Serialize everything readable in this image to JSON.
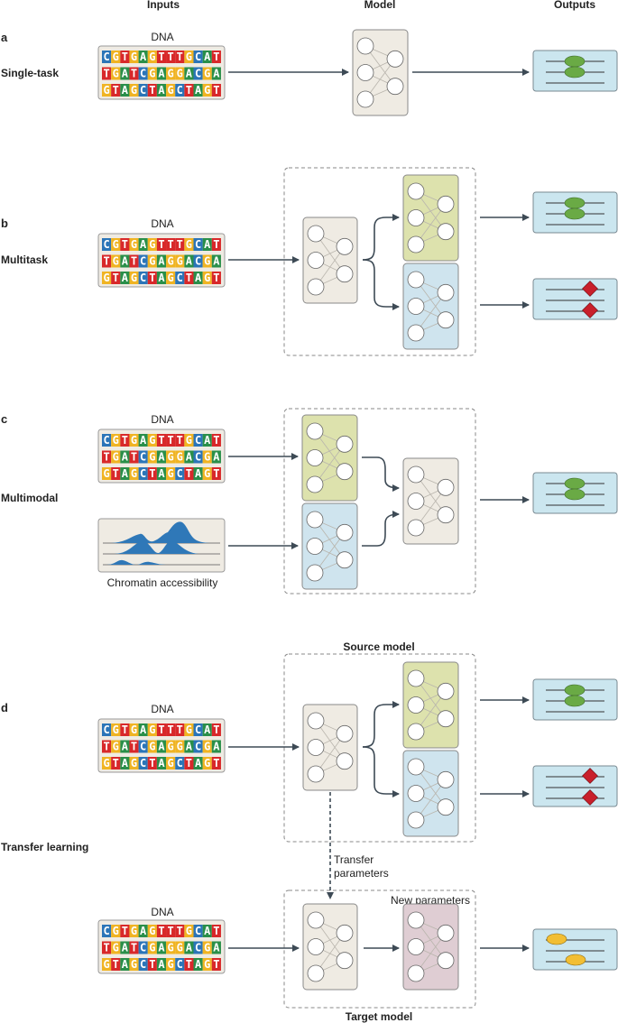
{
  "headers": {
    "inputs": "Inputs",
    "model": "Model",
    "outputs": "Outputs"
  },
  "colors": {
    "A": "#2a8f4a",
    "C": "#2b75b8",
    "G": "#f0b423",
    "T": "#d8282a",
    "neutral_model": "#efebe3",
    "green_model": "#dde2ad",
    "blue_model": "#cfe4ee",
    "pink_model": "#dfcdd3",
    "output_box": "#cbe6ef",
    "peak": "#2f78b8",
    "green_mark": "#6aaa45",
    "red_mark": "#c8202b",
    "yellow_mark": "#f2be33",
    "arrow": "#3d4a55"
  },
  "sequence_rows": [
    "CGTGAGTTTGCAT",
    "TGATCGAGGACGA",
    "GTAGCTAGCTAGT"
  ],
  "panels": {
    "a": {
      "letter": "a",
      "label": "Single-task",
      "input_label": "DNA"
    },
    "b": {
      "letter": "b",
      "label": "Multitask",
      "input_label": "DNA"
    },
    "c": {
      "letter": "c",
      "label": "Multimodal",
      "input_label": "DNA",
      "input2_label": "Chromatin accessibility"
    },
    "d": {
      "letter": "d",
      "label": "Transfer learning",
      "input_label": "DNA",
      "input2_label": "DNA",
      "source_title": "Source model",
      "target_title": "Target model",
      "new_params": "New parameters",
      "transfer_line1": "Transfer",
      "transfer_line2": "parameters"
    }
  }
}
